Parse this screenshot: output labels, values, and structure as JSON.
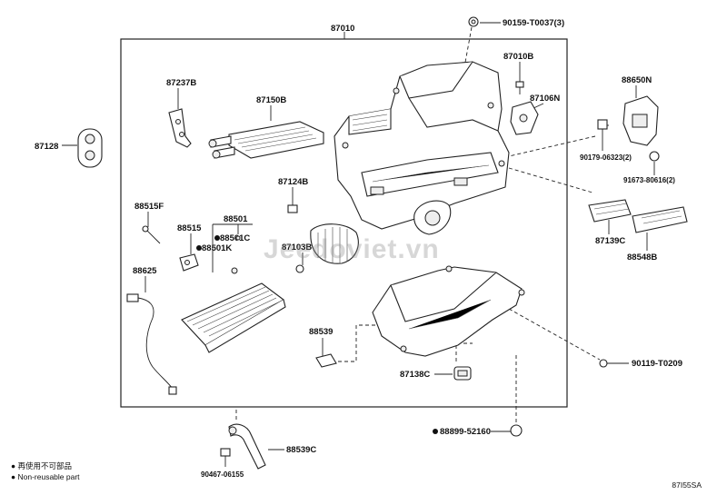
{
  "labels": {
    "p87010": "87010",
    "p90159": "90159-T0037(3)",
    "p87010B": "87010B",
    "p87237B": "87237B",
    "p87150B": "87150B",
    "p87106N": "87106N",
    "p88650N": "88650N",
    "p87128": "87128",
    "p90179": "90179-06323(2)",
    "p91673": "91673-80616(2)",
    "p87124B": "87124B",
    "p88515F": "88515F",
    "p88501": "88501",
    "p88515": "88515",
    "p88501C": "88501C",
    "p88501K": "88501K",
    "p87103B": "87103B",
    "p87139C": "87139C",
    "p88548B": "88548B",
    "p88625": "88625",
    "p88539": "88539",
    "p90119": "90119-T0209",
    "p87138C": "87138C",
    "p88899": "88899-52160",
    "p88539C": "88539C",
    "p90467": "90467-06155"
  },
  "legend": {
    "line_jp": "再使用不可部品",
    "line_en": "Non-reusable part"
  },
  "watermark": "Jeedoviet.vn",
  "diagram_code": "87I55SA"
}
